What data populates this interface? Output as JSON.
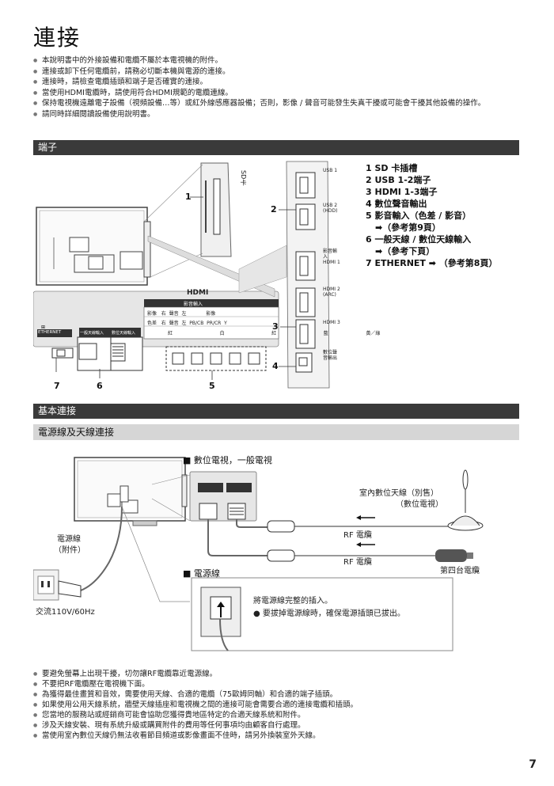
{
  "page": {
    "title": "連接",
    "intro_bullets": [
      "本說明書中的外接設備和電纜不屬於本電視機的附件。",
      "連接或卸下任何電纜前，請務必切斷本機與電源的連接。",
      "連接時，請檢查電纜插頭和端子是否確實的連接。",
      "當使用HDMI電纜時，請使用符合HDMI規範的電纜連線。",
      "保持電視機遠離電子設備（視頻設備…等）或紅外線感應器設備；否則，影像 / 聲音可能發生失真干擾或可能會干擾其他設備的操作。",
      "請同時詳細閱讀設備使用說明書。"
    ],
    "section_terminals": "端子",
    "terminal_list": [
      "1  SD 卡插槽",
      "2  USB 1-2端子",
      "3  HDMI 1-3端子",
      "4  數位聲音輸出",
      "5  影音輸入（色差 / 影音）",
      "    ➡（參考第9頁）",
      "6  一般天線 / 數位天線輸入",
      "    ➡（參考下頁）",
      "7  ETHERNET ➡ （參考第8頁）"
    ],
    "diagram_labels": {
      "n1": "1",
      "n2": "2",
      "n3": "3",
      "n4": "4",
      "n5": "5",
      "n6": "6",
      "n7": "7",
      "sd_label": "SD卡",
      "usb1": "USB 1",
      "usb2": "USB 2 (HDD)",
      "hdmi1": "影音輸入 HDMI 1",
      "hdmi2": "HDMI 2 (ARC)",
      "hdmi3": "HDMI 3",
      "digital_audio": "數位聲音輸出",
      "hdmi_logo": "HDMI",
      "av_in": "影音輸入",
      "av_rows": [
        "影像",
        "右",
        "聲音",
        "左",
        "影像"
      ],
      "av_row2": [
        "色差",
        "右",
        "聲音",
        "左",
        "PB/CB",
        "PR/CR",
        "Y"
      ],
      "av_colors": [
        "紅",
        "白",
        "紅",
        "藍",
        "黃／綠"
      ],
      "ethernet": "ETHERNET",
      "antenna_in": "一般天線輸入",
      "digital_antenna_in": "數位天線輸入"
    },
    "section_basic": "基本連接",
    "subsection_power": "電源線及天線連接",
    "digital_tv_heading": "■ 數位電視，一般電視",
    "indoor_antenna": "室內數位天線（別售）",
    "indoor_antenna_sub": "（數位電視）",
    "rf_cable1": "RF 電纜",
    "rf_cable2": "RF 電纜",
    "cable_tv": "第四台電纜",
    "power_cord": "電源線",
    "power_cord_sub": "（附件）",
    "ac_power": "交流110V/60Hz",
    "power_heading": "■ 電源線",
    "power_insert": "將電源線完整的插入。",
    "power_remove": "要拔掉電源線時，確保電源插頭已拔出。",
    "bottom_bullets": [
      "要避免螢幕上出現干擾，切勿讓RF電纜靠近電源線。",
      "不要把RF電纜壓在電視機下面。",
      "為獲得最佳畫質和音效，需要使用天線、合適的電纜（75歐姆同軸）和合適的端子插頭。",
      "如果使用公用天線系統，牆壁天線插座和電視機之間的連接可能會需要合適的連接電纜和插頭。",
      "您當地的服務站或經銷商可能會協助您獲得貴地區特定的合適天線系統和附件。",
      "涉及天線安裝、現有系統升級或購買附件的費用等任何事項均由顧客自行處理。",
      "當使用室內數位天線仍無法收看節目頻道或影像畫面不佳時，請另外換裝室外天線。"
    ],
    "page_number": "7"
  }
}
